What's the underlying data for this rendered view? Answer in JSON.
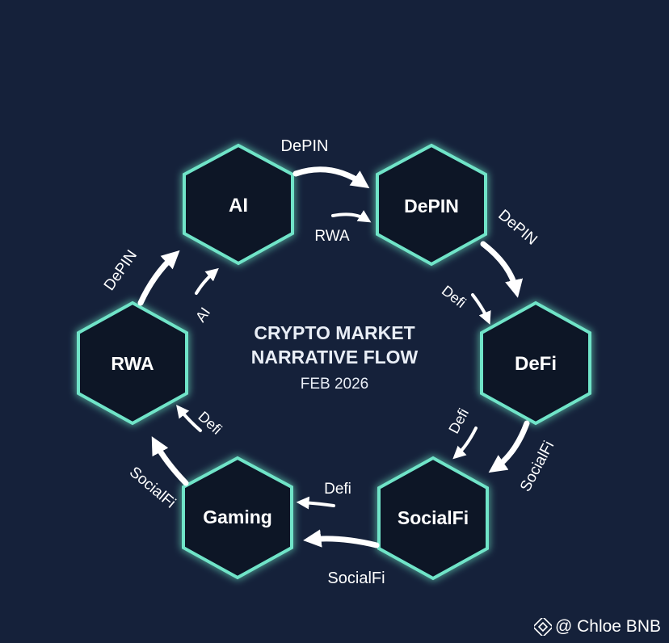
{
  "title": {
    "line1": "CRYPTO MARKET",
    "line2": "NARRATIVE FLOW",
    "date": "FEB 2026"
  },
  "colors": {
    "background": "#15213a",
    "node_fill": "#0c1628",
    "node_stroke": "#6fe4c8",
    "arrow": "#ffffff",
    "text": "#ffffff"
  },
  "nodes": [
    {
      "id": "ai",
      "label": "AI"
    },
    {
      "id": "depin",
      "label": "DePIN"
    },
    {
      "id": "defi",
      "label": "DeFi"
    },
    {
      "id": "socialfi",
      "label": "SocialFi"
    },
    {
      "id": "gaming",
      "label": "Gaming"
    },
    {
      "id": "rwa",
      "label": "RWA"
    }
  ],
  "edge_labels": {
    "ai_depin_outer": "DePIN",
    "ai_depin_inner": "RWA",
    "depin_defi_outer": "DePIN",
    "depin_defi_inner": "Defi",
    "defi_socialfi_outer": "SocialFi",
    "defi_socialfi_inner": "Defi",
    "socialfi_gaming_outer": "SocialFi",
    "socialfi_gaming_inner": "Defi",
    "gaming_rwa_outer": "SocialFi",
    "gaming_rwa_inner": "Defi",
    "rwa_ai_outer": "DePIN",
    "rwa_ai_inner": "AI"
  },
  "watermark": {
    "text": "@ Chloe BNB",
    "icon": "binance-logo-icon"
  }
}
